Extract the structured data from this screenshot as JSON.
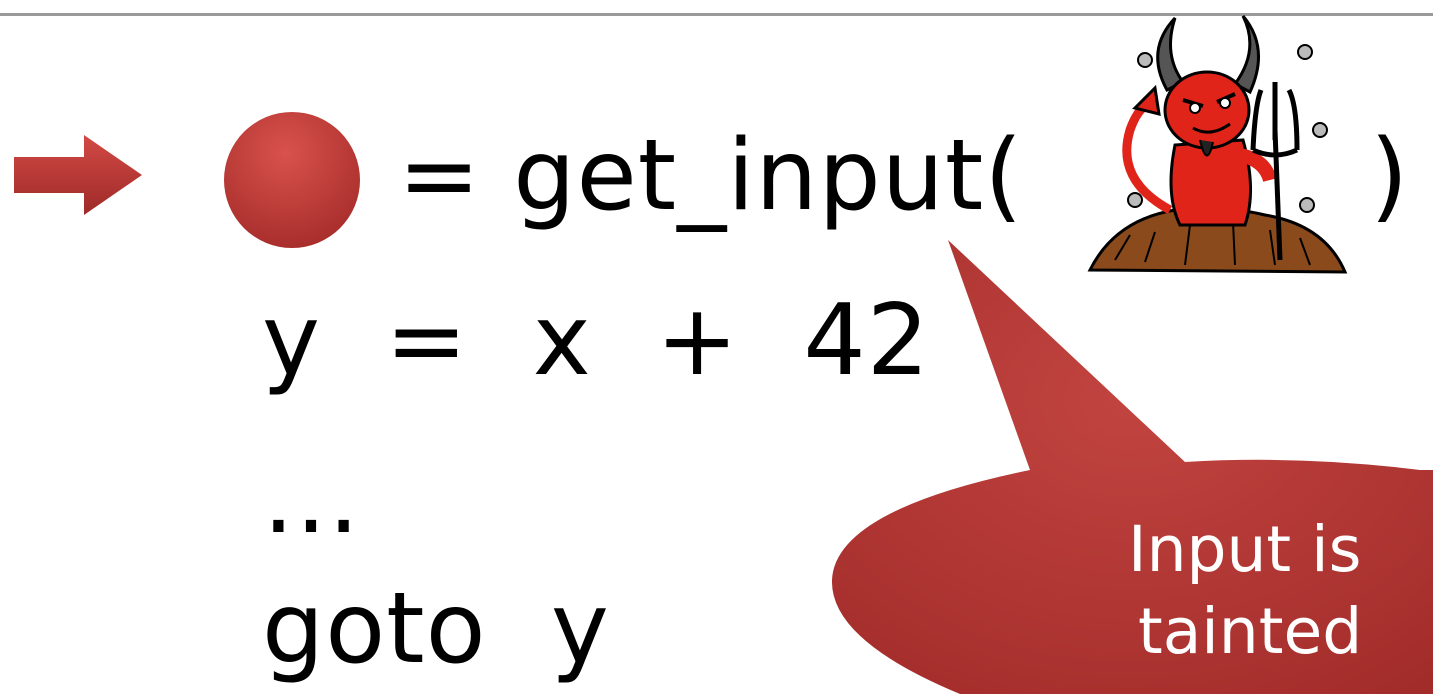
{
  "code_lines": {
    "line1_assign": "= get_input(",
    "line1_close": ")",
    "line2": "y  =  x  +  42",
    "line3": "…",
    "line4": "goto  y"
  },
  "callout": {
    "line1": "Input is",
    "line2": "tainted"
  },
  "colors": {
    "accent_red": "#b83a3a",
    "devil_red": "#e02419",
    "rule_gray": "#9a9a9a"
  },
  "icons": {
    "arrow": "right-arrow-icon",
    "taint_marker": "tainted-variable-circle-icon",
    "attacker": "devil-icon"
  }
}
